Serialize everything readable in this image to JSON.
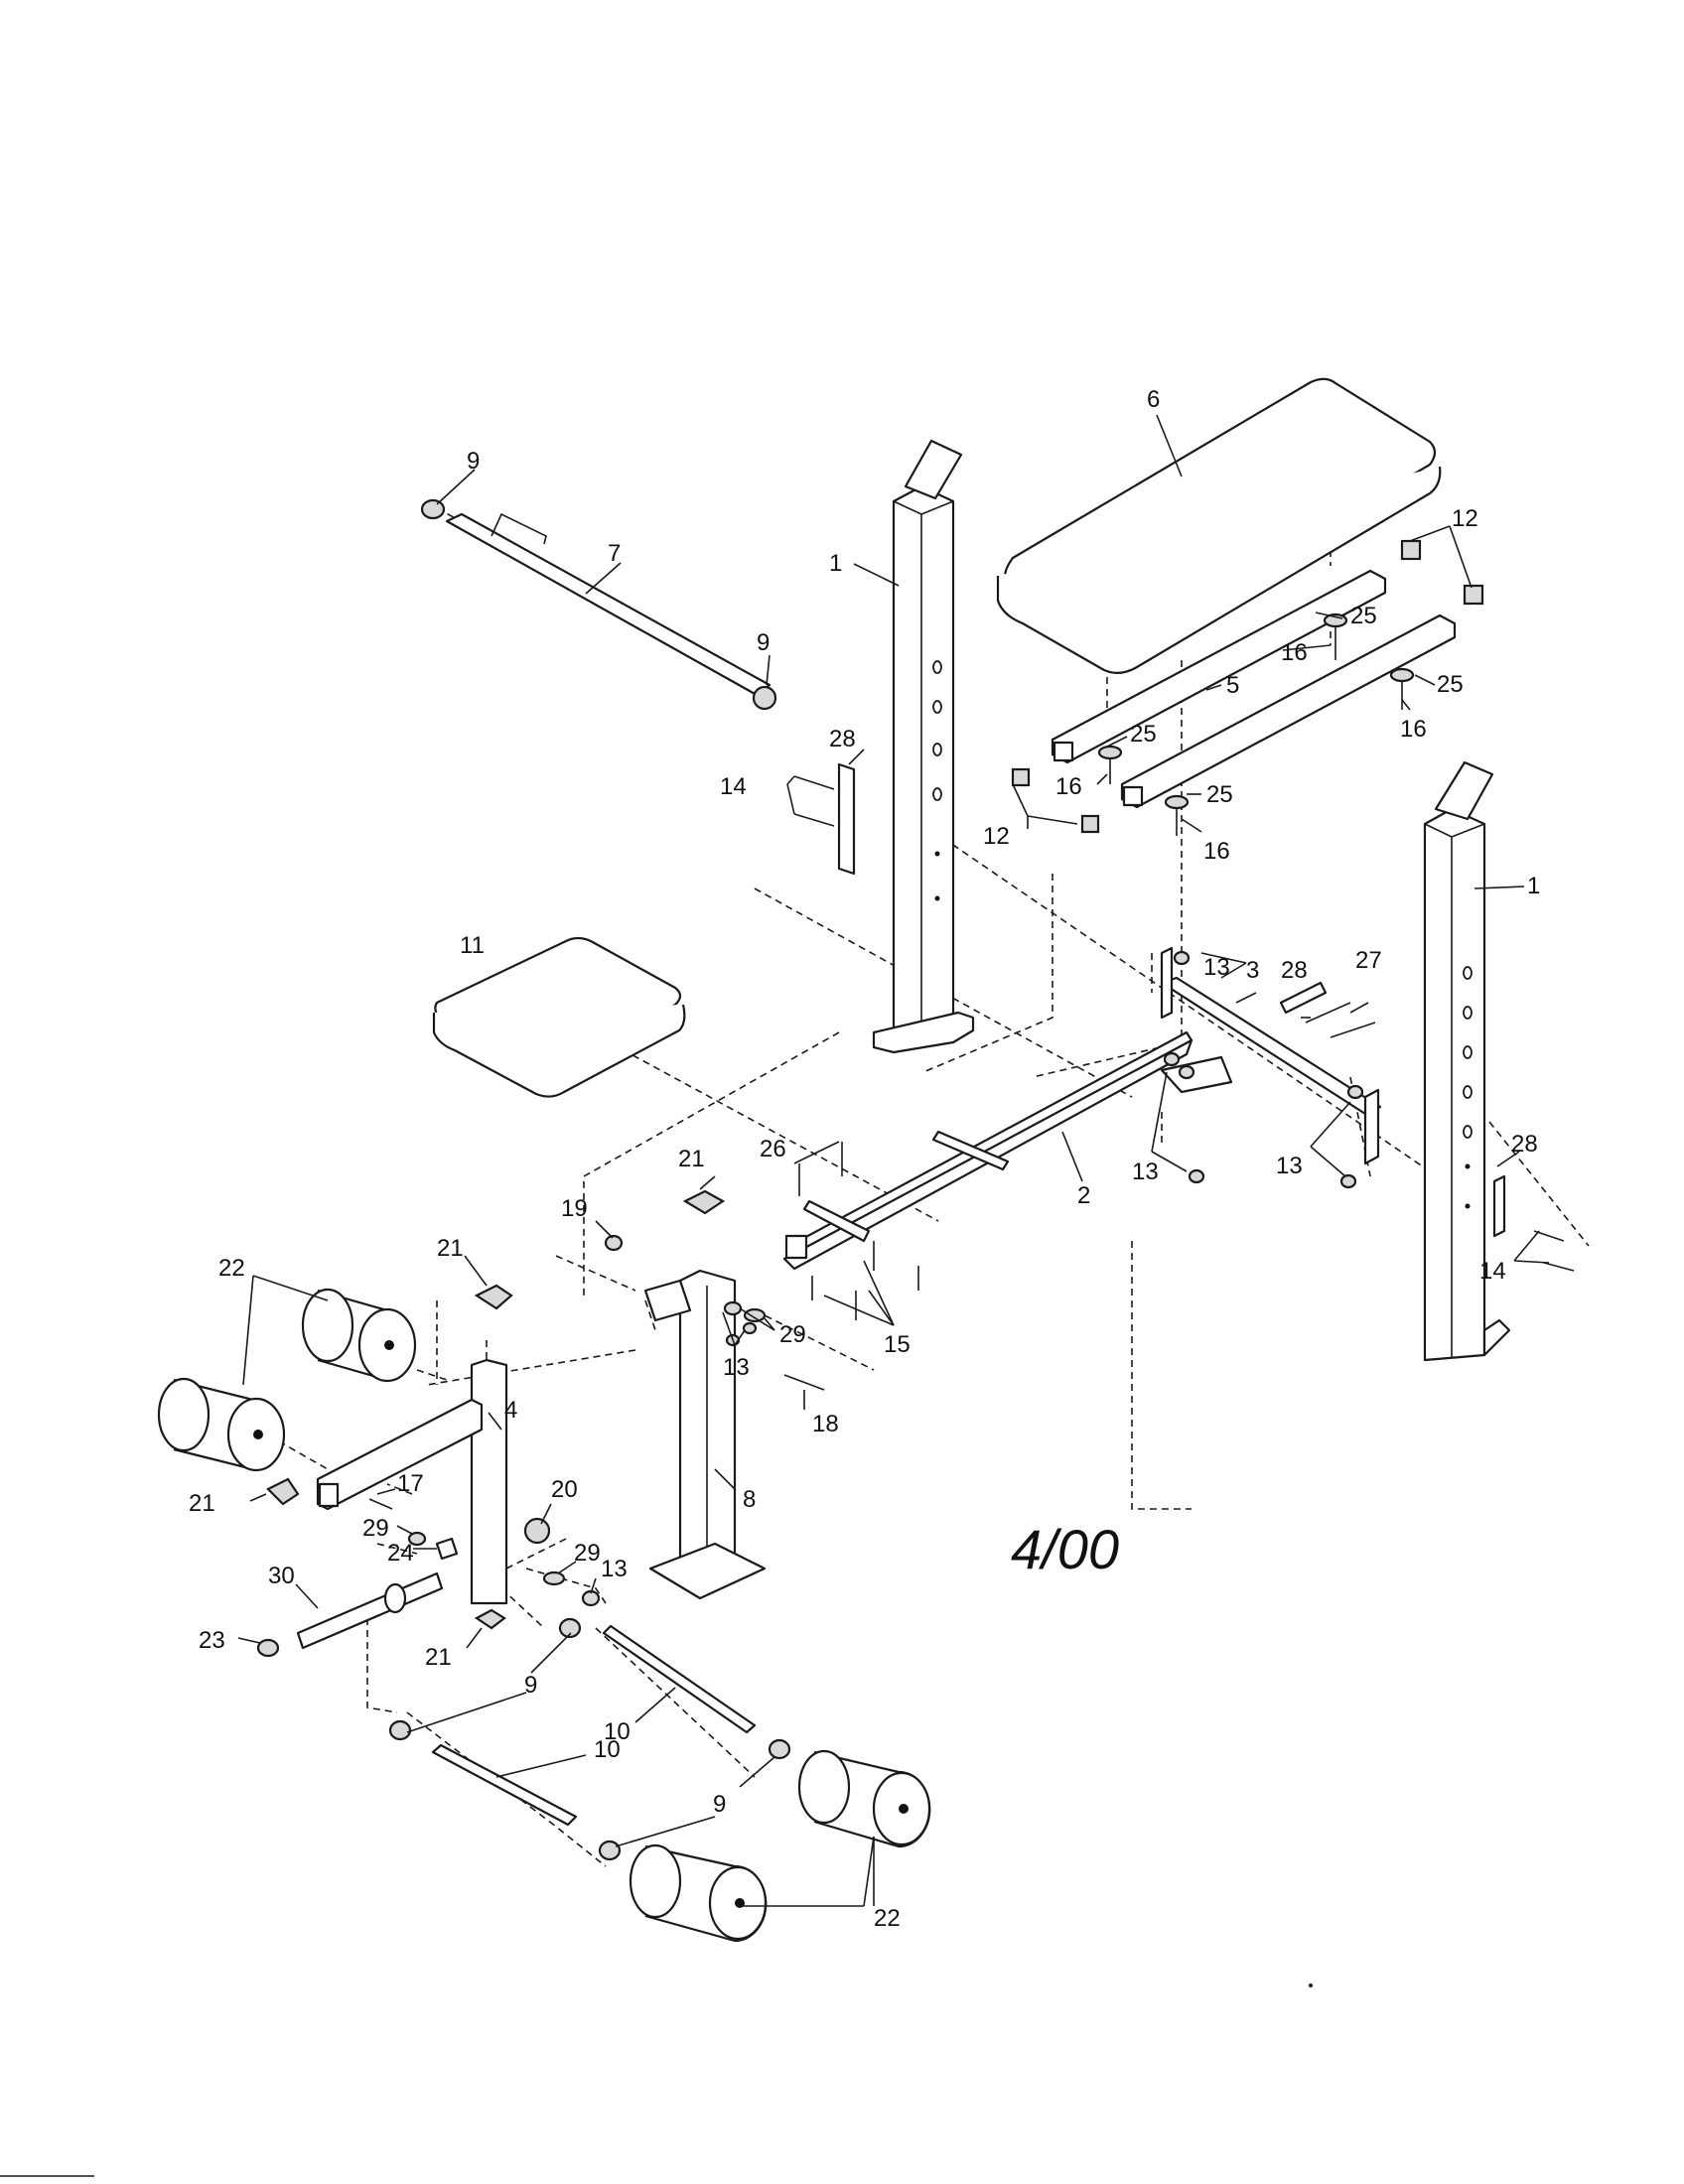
{
  "diagram": {
    "callouts": {
      "c1": "1",
      "c2": "2",
      "c3": "3",
      "c4": "4",
      "c5": "5",
      "c6": "6",
      "c7": "7",
      "c8": "8",
      "c9": "9",
      "c10": "10",
      "c11": "11",
      "c12": "12",
      "c13": "13",
      "c14": "14",
      "c15": "15",
      "c16": "16",
      "c17": "17",
      "c18": "18",
      "c19": "19",
      "c20": "20",
      "c21": "21",
      "c22": "22",
      "c23": "23",
      "c24": "24",
      "c25": "25",
      "c26": "26",
      "c27": "27",
      "c28": "28",
      "c29": "29",
      "c30": "30"
    },
    "date_mark": "4/00"
  }
}
